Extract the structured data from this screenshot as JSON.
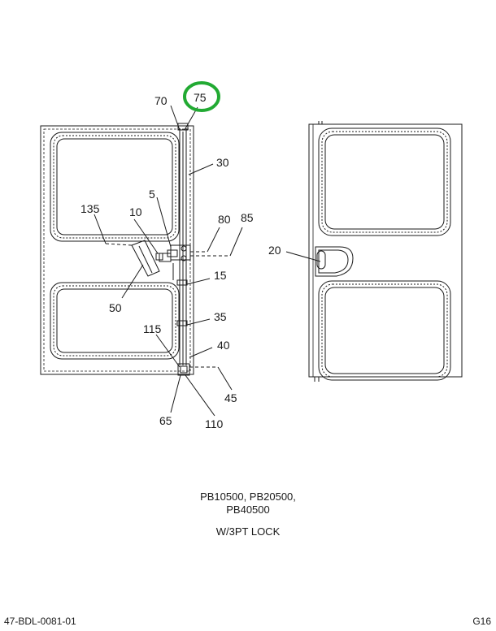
{
  "callouts": {
    "c70": "70",
    "c75": "75",
    "c30": "30",
    "c5": "5",
    "c135": "135",
    "c10": "10",
    "c80": "80",
    "c85": "85",
    "c15": "15",
    "c50": "50",
    "c20": "20",
    "c35": "35",
    "c115": "115",
    "c40": "40",
    "c45": "45",
    "c65": "65",
    "c110": "110"
  },
  "caption": {
    "models_line1": "PB10500, PB20500,",
    "models_line2": "PB40500",
    "option": "W/3PT LOCK"
  },
  "footer": {
    "doc_id": "47-BDL-0081-01",
    "page": "G16"
  },
  "colors": {
    "highlight": "#22aa33",
    "ink": "#1a1a1a"
  }
}
